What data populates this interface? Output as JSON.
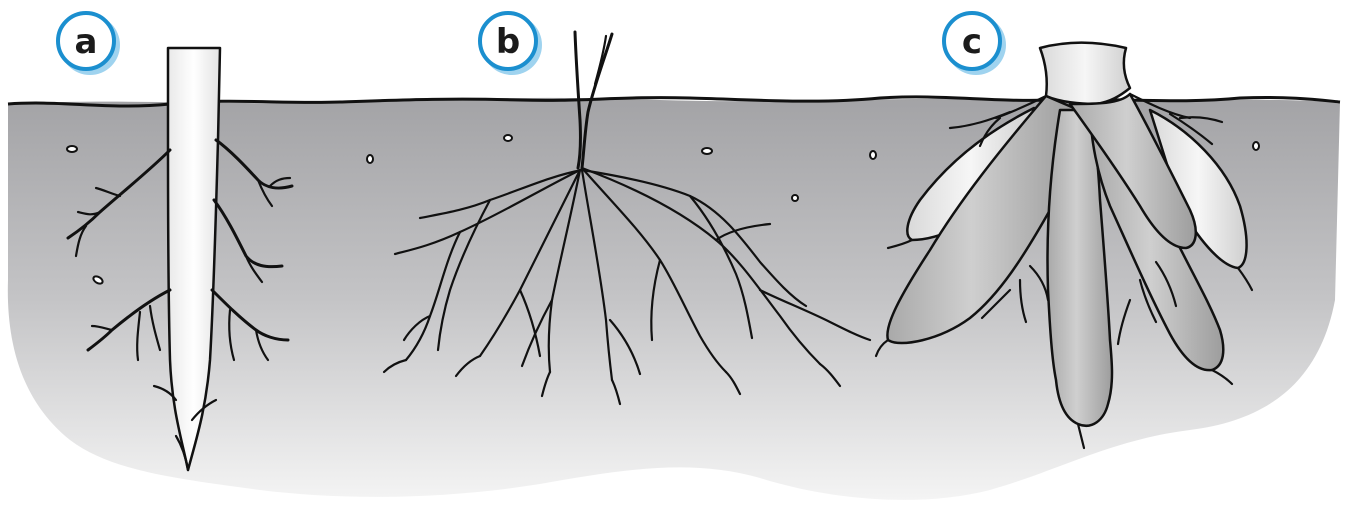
{
  "panels": [
    {
      "label": "a"
    },
    {
      "label": "b"
    },
    {
      "label": "c"
    }
  ],
  "colors": {
    "soil_dark": "#a8a8aa",
    "soil_light": "#f2f2f2",
    "label_ring": "#1b8fcf",
    "tuber": "#b9b9b9",
    "outline": "#111111"
  }
}
